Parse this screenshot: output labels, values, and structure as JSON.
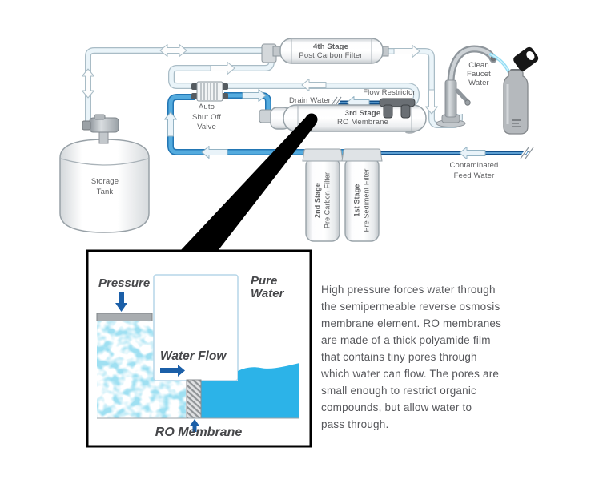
{
  "colors": {
    "pipe_pale_fill": "#eaf4f9",
    "pipe_pale_edge": "#a9bcc6",
    "pipe_blue_fill": "#4fa8dc",
    "pipe_blue_edge": "#2276b4",
    "line_dark_blue": "#11508b",
    "water_cyan": "#2cb3e8",
    "arrow_blue": "#1b5fa8",
    "label_text": "#5d5e60",
    "inset_text": "#46474a"
  },
  "diagram": {
    "stage4": {
      "stage": "4th Stage",
      "name": "Post Carbon Filter"
    },
    "stage3": {
      "stage": "3rd Stage",
      "name": "RO Membrane"
    },
    "stage2": {
      "stage": "2nd Stage",
      "name": "Pre Carbon Filter"
    },
    "stage1": {
      "stage": "1st Stage",
      "name": "Pre Sediment Filter"
    },
    "clean_faucet": {
      "lines": [
        "Clean",
        "Faucet",
        "Water"
      ]
    },
    "auto_shutoff": {
      "lines": [
        "Auto",
        "Shut Off",
        "Valve"
      ]
    },
    "storage_tank": {
      "lines": [
        "Storage",
        "Tank"
      ]
    },
    "contaminated_feed": {
      "lines": [
        "Contaminated",
        "Feed Water"
      ]
    },
    "drain_water": "Drain Water",
    "flow_restrictor": "Flow Restrictor"
  },
  "inset": {
    "pressure": "Pressure",
    "pure_water": {
      "lines": [
        "Pure",
        "Water"
      ]
    },
    "water_flow": "Water Flow",
    "ro_membrane": "RO Membrane"
  },
  "description": {
    "lines": [
      "High pressure forces water through",
      "the semipermeable reverse osmosis",
      "membrane element. RO membranes",
      "are made of a thick polyamide film",
      "that contains tiny pores through",
      "which water can flow. The pores are",
      "small enough to restrict organic",
      "compounds, but allow water to",
      "pass through."
    ]
  }
}
